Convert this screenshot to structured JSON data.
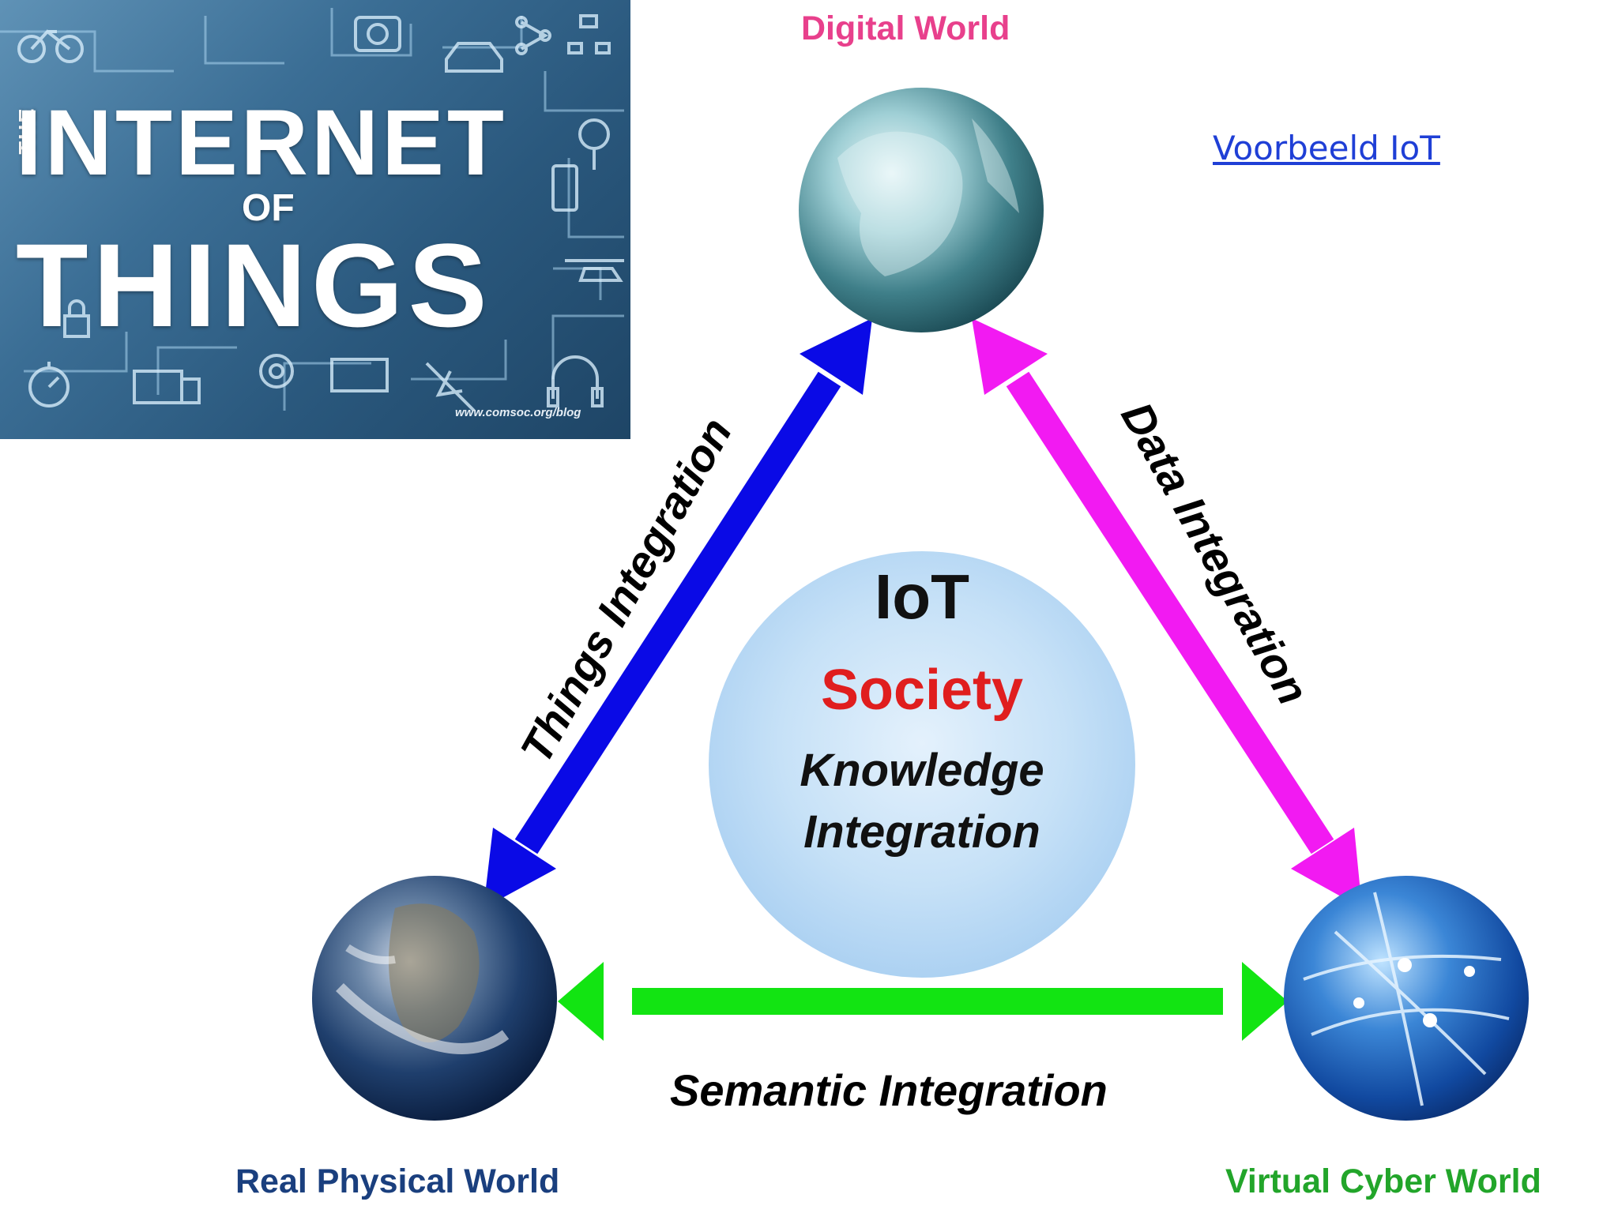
{
  "banner": {
    "word_the": "THE",
    "word_internet": "INTERNET",
    "word_of": "OF",
    "word_things": "THINGS",
    "url": "www.comsoc.org/blog"
  },
  "link": {
    "text": "Voorbeeld IoT"
  },
  "worlds": {
    "digital": "Digital World",
    "physical": "Real Physical World",
    "cyber": "Virtual Cyber World"
  },
  "integrations": {
    "things": "Things Integration",
    "data": "Data Integration",
    "semantic": "Semantic Integration"
  },
  "center": {
    "title": "IoT",
    "society": "Society",
    "knowledge_line1": "Knowledge",
    "knowledge_line2": "Integration"
  },
  "colors": {
    "digital_label": "#e8408c",
    "physical_label": "#1a3f7e",
    "cyber_label": "#22a52a",
    "things_arrow": "#0a0ae6",
    "data_arrow": "#f21af2",
    "semantic_arrow": "#12e412",
    "society_text": "#e01e1e",
    "link": "#1f3fd6"
  }
}
